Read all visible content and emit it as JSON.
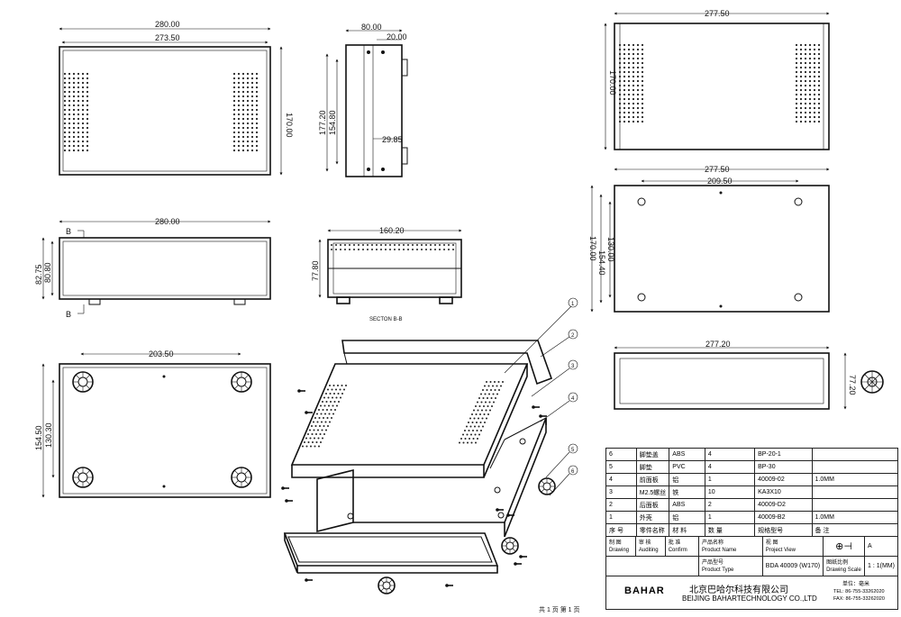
{
  "views": {
    "front": {
      "w_outer": "280.00",
      "w_inner": "273.50",
      "h": "170.00"
    },
    "side": {
      "w_outer": "80.00",
      "w_inner": "20.00",
      "h_outer": "177.20",
      "h_inner": "154.80",
      "mid": "29.85"
    },
    "right_top": {
      "w": "277.50",
      "h": "170.00"
    },
    "right_mid": {
      "w": "277.50",
      "w_hole": "209.50",
      "h_outer": "170.00",
      "h_mid": "154.40",
      "h_hole": "130.00"
    },
    "right_bottom": {
      "w": "277.20",
      "h": "77.20"
    },
    "mid_left": {
      "w": "280.00",
      "h_outer": "82.75",
      "h_inner": "80.80",
      "mark_top": "B",
      "mark_bottom": "B"
    },
    "section": {
      "w": "160.20",
      "h": "77.80",
      "label": "SECTON B-B"
    },
    "bottom_left": {
      "w": "203.50",
      "h_outer": "154.50",
      "h_inner": "130.30"
    }
  },
  "callouts": [
    "1",
    "2",
    "3",
    "4",
    "5",
    "6"
  ],
  "bom": [
    {
      "no": "6",
      "name": "脚垫盖",
      "mat": "ABS",
      "qty": "4",
      "code": "BP-20-1",
      "note": ""
    },
    {
      "no": "5",
      "name": "脚垫",
      "mat": "PVC",
      "qty": "4",
      "code": "BP-30",
      "note": ""
    },
    {
      "no": "4",
      "name": "前面板",
      "mat": "铝",
      "qty": "1",
      "code": "40009-02",
      "note": "1.0MM"
    },
    {
      "no": "3",
      "name": "M2.5螺丝",
      "mat": "铁",
      "qty": "10",
      "code": "KA3X10",
      "note": ""
    },
    {
      "no": "2",
      "name": "后面板",
      "mat": "ABS",
      "qty": "2",
      "code": "40009-D2",
      "note": ""
    },
    {
      "no": "1",
      "name": "外壳",
      "mat": "铝",
      "qty": "1",
      "code": "40009-B2",
      "note": "1.0MM"
    }
  ],
  "bom_header": {
    "no": "序 号",
    "name": "零件名称",
    "mat": "材 料",
    "qty": "数 量",
    "code": "规格型号",
    "note": "备 注"
  },
  "titleblock": {
    "drawing_cn": "制 图",
    "drawing": "Drawing",
    "auditing_cn": "审 核",
    "auditing": "Auditing",
    "confirm_cn": "批 准",
    "confirm": "Confirm",
    "pname_cn": "产品名称",
    "pname": "Product Name",
    "ptype_cn": "产品型号",
    "ptype": "Product Type",
    "ptype_val": "BDA 40009 (W170)",
    "pview_cn": "视 图",
    "pview": "Project View",
    "rev": "A",
    "scale_cn": "图纸比例",
    "scale": "Drawing Scale",
    "scale_val": "1 : 1(MM)",
    "unit_cn": "单位：毫米",
    "company_cn": "北京巴哈尔科技有限公司",
    "company_en": "BEIJING BAHARTECHNOLOGY CO.,LTD",
    "tel": "TEL: 86-755-33262020",
    "fax": "FAX: 86-755-33262020",
    "logo": "BAHAR"
  },
  "page_footer": "共 1 页  第 1 页"
}
